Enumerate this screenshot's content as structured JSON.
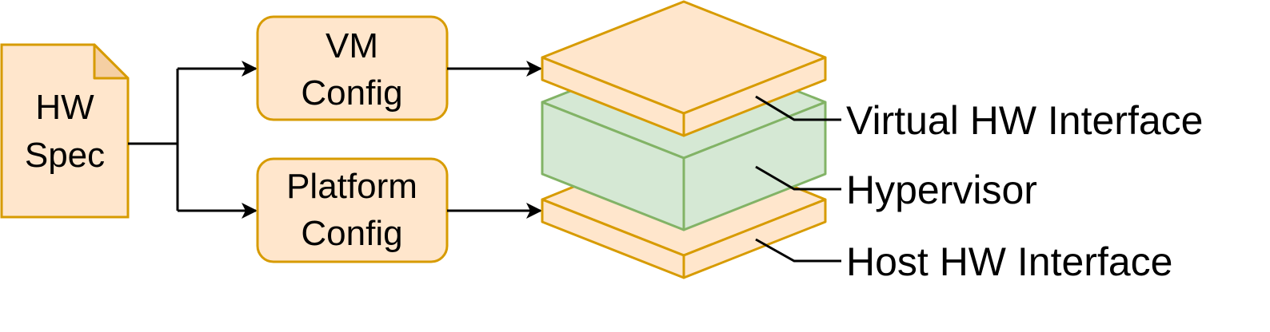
{
  "colors": {
    "orange_fill": "#ffe6cc",
    "orange_stroke": "#d79b00",
    "orange_fold": "#f5cfa3",
    "green_fill": "#d5e8d4",
    "green_stroke": "#82b366",
    "line": "#000000"
  },
  "hw_spec": {
    "line1": "HW",
    "line2": "Spec"
  },
  "vm_config": {
    "line1": "VM",
    "line2": "Config"
  },
  "platform_config": {
    "line1": "Platform",
    "line2": "Config"
  },
  "stack_labels": {
    "virtual_hw_interface": "Virtual HW Interface",
    "hypervisor": "Hypervisor",
    "host_hw_interface": "Host HW Interface"
  }
}
